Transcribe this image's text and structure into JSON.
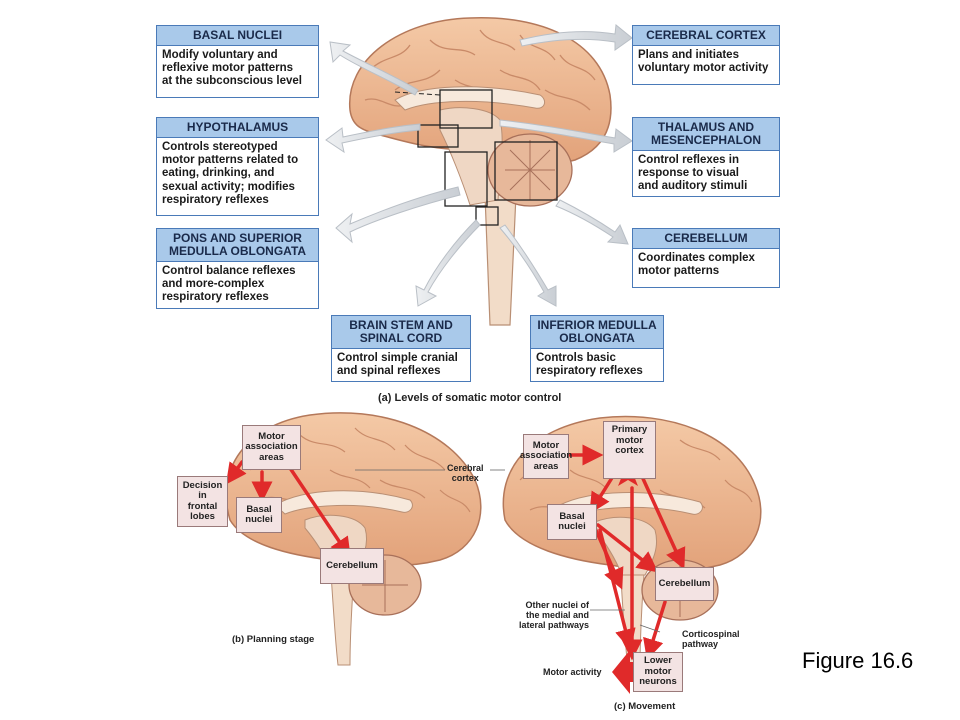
{
  "panel_a": {
    "caption": "(a) Levels of somatic motor control",
    "boxes": {
      "basal_nuclei": {
        "title": "BASAL NUCLEI",
        "body": "Modify voluntary and\nreflexive motor patterns\nat the subconscious level"
      },
      "hypothalamus": {
        "title": "HYPOTHALAMUS",
        "body": "Controls stereotyped\nmotor patterns related to\neating, drinking, and\nsexual activity; modifies\nrespiratory reflexes"
      },
      "pons": {
        "title": "PONS AND SUPERIOR\nMEDULLA OBLONGATA",
        "body": "Control balance reflexes\nand more-complex\nrespiratory reflexes"
      },
      "brain_stem": {
        "title": "BRAIN STEM AND\nSPINAL CORD",
        "body": "Control simple cranial\nand spinal reflexes"
      },
      "inferior_medulla": {
        "title": "INFERIOR MEDULLA\nOBLONGATA",
        "body": "Controls basic\nrespiratory reflexes"
      },
      "cerebral_cortex": {
        "title": "CEREBRAL CORTEX",
        "body": "Plans and initiates\nvoluntary motor activity"
      },
      "thalamus": {
        "title": "THALAMUS AND\nMESENCEPHALON",
        "body": "Control reflexes in\nresponse to visual\nand auditory stimuli"
      },
      "cerebellum": {
        "title": "CEREBELLUM",
        "body": "Coordinates complex\nmotor patterns"
      }
    }
  },
  "panel_b": {
    "caption": "(b) Planning stage",
    "motor_association": "Motor\nassociation\nareas",
    "decision": "Decision\nin\nfrontal\nlobes",
    "basal_nuclei": "Basal\nnuclei",
    "cerebellum": "Cerebellum"
  },
  "shared_label": "Cerebral\ncortex",
  "panel_c": {
    "caption": "(c) Movement",
    "motor_association": "Motor\nassociation\nareas",
    "primary_motor": "Primary\nmotor\ncortex",
    "basal_nuclei": "Basal\nnuclei",
    "cerebellum": "Cerebellum",
    "other_nuclei": "Other nuclei of\nthe medial and\nlateral pathways",
    "corticospinal": "Corticospinal\npathway",
    "motor_activity": "Motor activity",
    "lower_motor": "Lower\nmotor\nneurons"
  },
  "figure_label": "Figure 16.6"
}
